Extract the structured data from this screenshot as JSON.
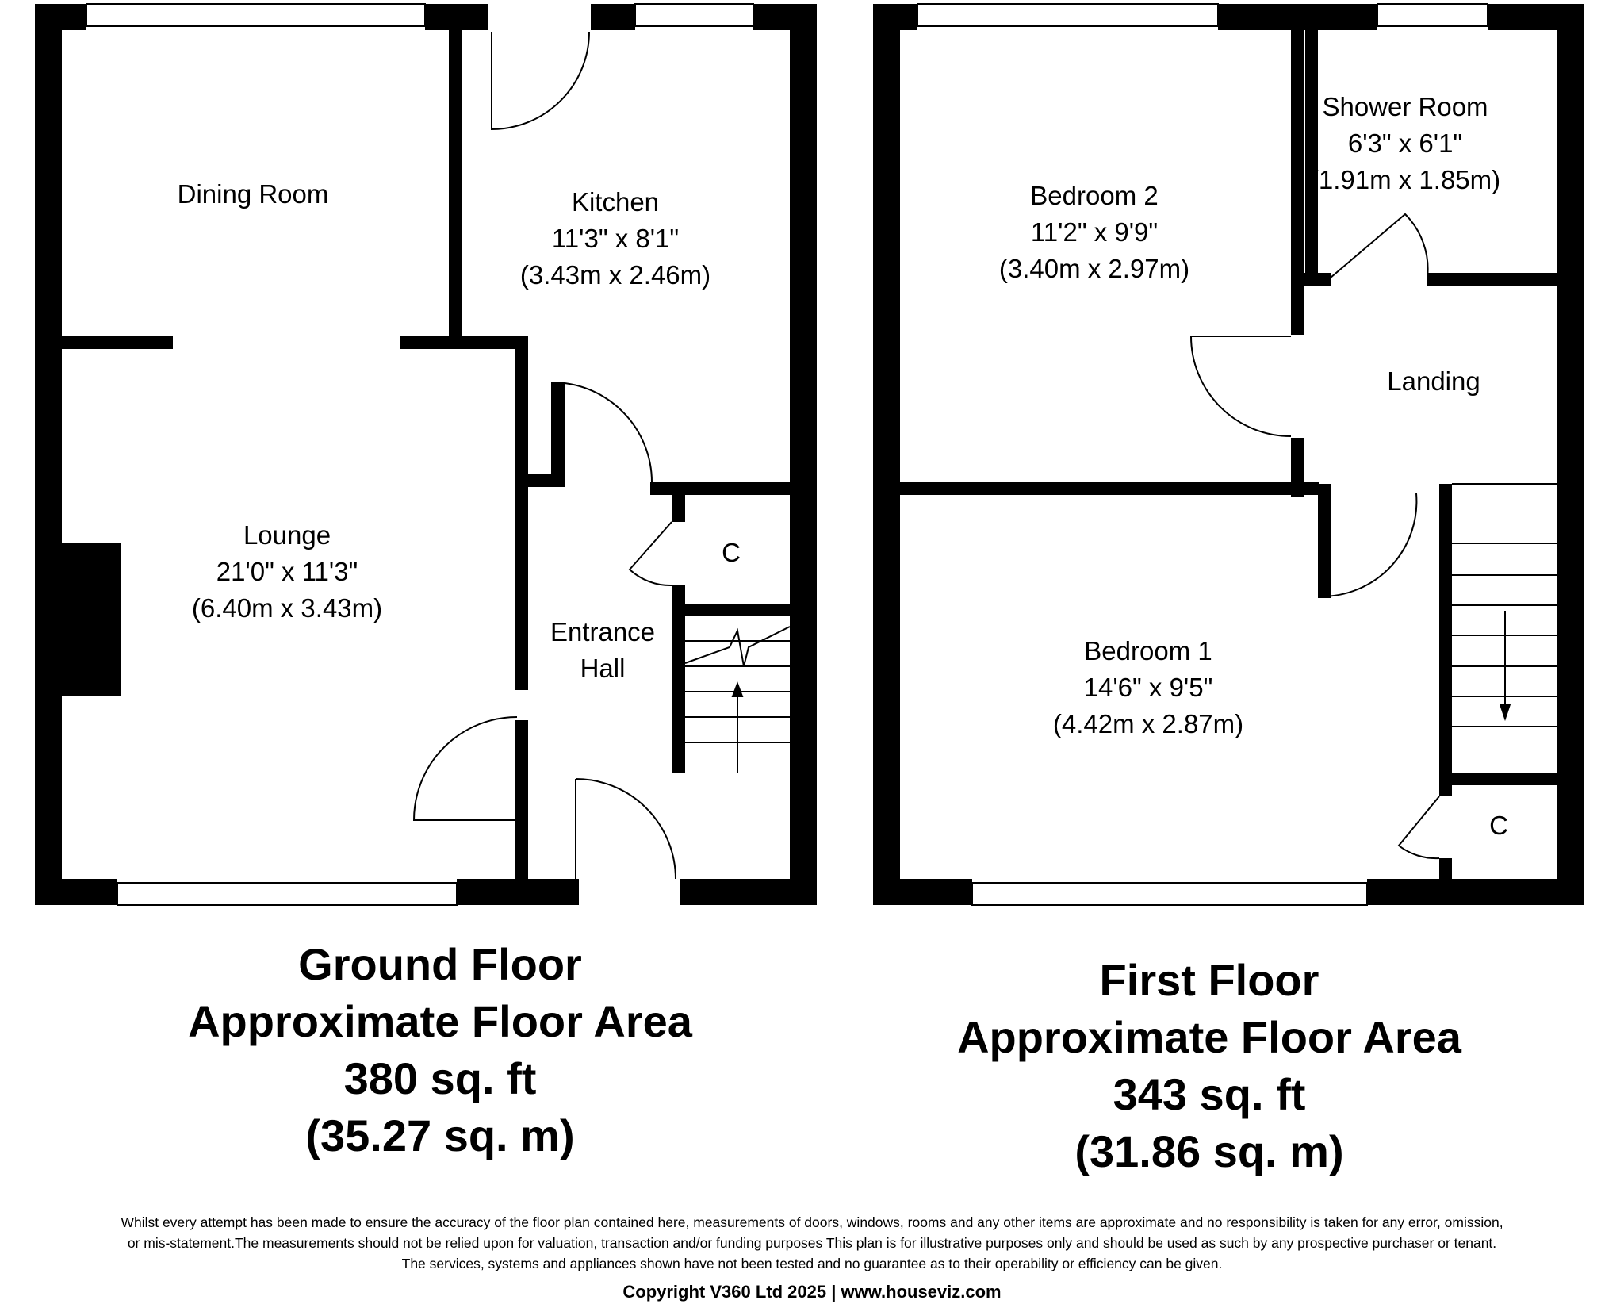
{
  "ground_floor": {
    "rooms": {
      "dining_room": {
        "name": "Dining Room"
      },
      "kitchen": {
        "name": "Kitchen",
        "size_imperial": "11'3\" x 8'1\"",
        "size_metric": "(3.43m x 2.46m)"
      },
      "lounge": {
        "name": "Lounge",
        "size_imperial": "21'0\" x 11'3\"",
        "size_metric": "(6.40m x 3.43m)"
      },
      "entrance_hall": {
        "name_line1": "Entrance",
        "name_line2": "Hall"
      },
      "cupboard": {
        "name": "C"
      }
    },
    "summary": {
      "title": "Ground Floor",
      "subtitle": "Approximate Floor Area",
      "area_imperial": "380 sq. ft",
      "area_metric": "(35.27 sq. m)"
    }
  },
  "first_floor": {
    "rooms": {
      "bedroom_2": {
        "name": "Bedroom 2",
        "size_imperial": "11'2\" x 9'9\"",
        "size_metric": "(3.40m x 2.97m)"
      },
      "shower_room": {
        "name": "Shower Room",
        "size_imperial": "6'3\" x 6'1\"",
        "size_metric": "(1.91m x 1.85m)"
      },
      "landing": {
        "name": "Landing"
      },
      "bedroom_1": {
        "name": "Bedroom 1",
        "size_imperial": "14'6\" x 9'5\"",
        "size_metric": "(4.42m x 2.87m)"
      },
      "cupboard": {
        "name": "C"
      }
    },
    "summary": {
      "title": "First Floor",
      "subtitle": "Approximate Floor Area",
      "area_imperial": "343 sq. ft",
      "area_metric": "(31.86 sq. m)"
    }
  },
  "footer": {
    "disclaimer_line1": "Whilst every attempt has been made to ensure the accuracy of the floor plan contained here, measurements of doors, windows, rooms and any other items are approximate and no responsibility is taken for any error, omission,",
    "disclaimer_line2": "or mis-statement.The measurements should not be relied upon for valuation, transaction and/or funding purposes This plan is for illustrative purposes only and should be used as such by any prospective purchaser or tenant.",
    "disclaimer_line3": "The services, systems and appliances shown have not been tested and no guarantee as to their operability or efficiency can be given.",
    "copyright": "Copyright V360 Ltd 2025 | www.houseviz.com"
  }
}
